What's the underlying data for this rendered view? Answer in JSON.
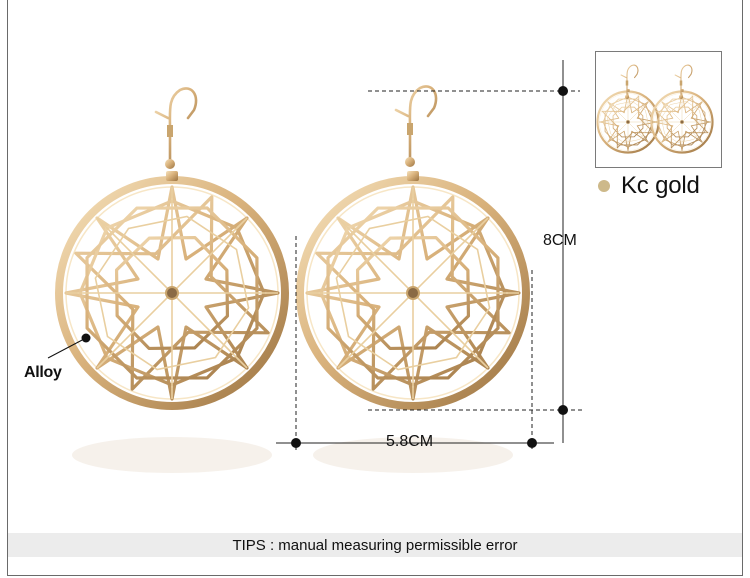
{
  "product": {
    "material_label": "Alloy",
    "width_label": "5.8CM",
    "height_label": "8CM"
  },
  "variant": {
    "color_name": "Kc gold",
    "swatch_color": "#cdb98a"
  },
  "footer": {
    "tips": "TIPS : manual measuring permissible error"
  },
  "colors": {
    "gold_dark": "#9a7240",
    "gold_light": "#f3ddb4"
  }
}
